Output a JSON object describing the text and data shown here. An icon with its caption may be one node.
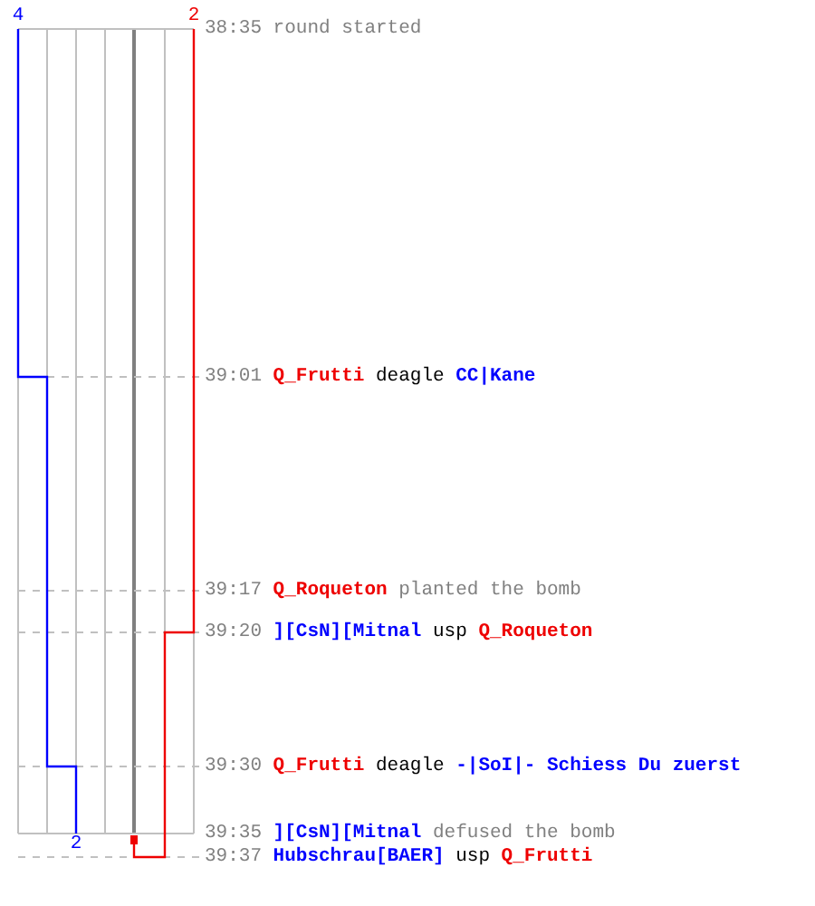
{
  "diagram": {
    "labels": [
      "4",
      "2",
      "38:35",
      "round started",
      "39:01",
      "Q_Frutti",
      "deagle",
      "CC|Kane",
      "39:17",
      "Q_Roqueton",
      "planted the bomb",
      "39:20",
      "][CsN][Mitnal",
      "usp",
      "Q_Roqueton",
      "39:30",
      "Q_Frutti",
      "deagle",
      "-|SoI|- Schiess Du zuerst",
      "2",
      "39:35",
      "][CsN][Mitnal",
      "defused the bomb",
      "39:37",
      "Hubschrau[BAER]",
      "usp",
      "Q_Frutti"
    ]
  }
}
